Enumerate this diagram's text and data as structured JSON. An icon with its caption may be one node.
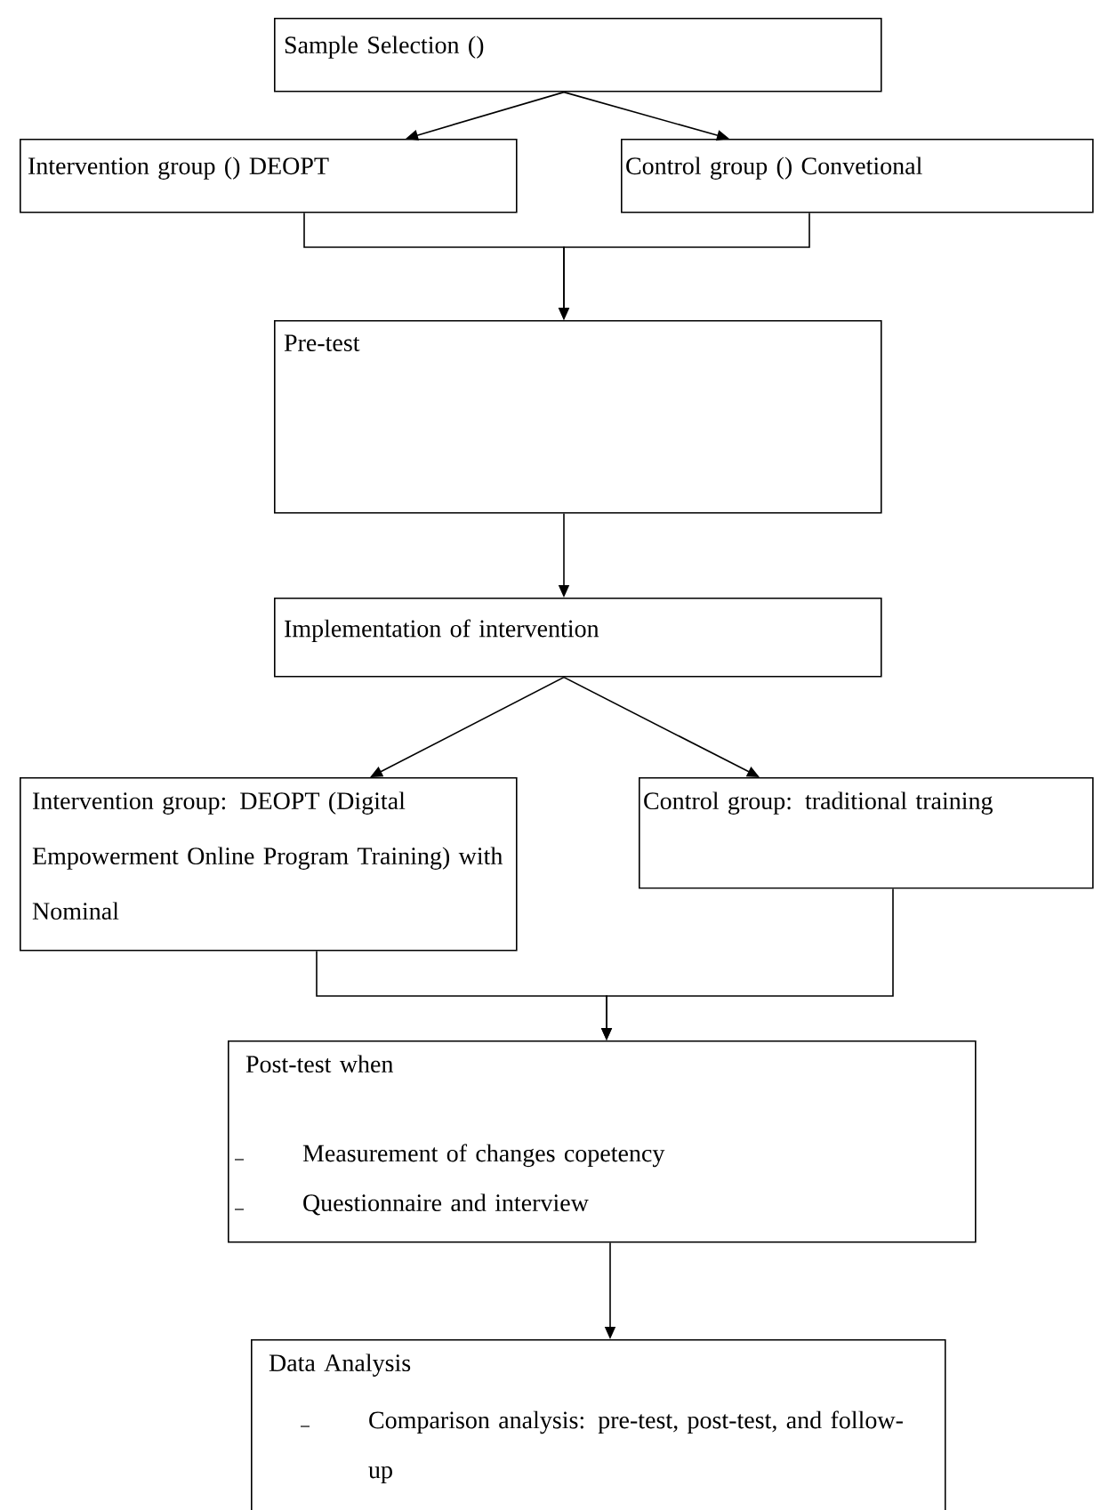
{
  "diagram": {
    "nodes": [
      {
        "text": [
          "Sample Selection ()"
        ]
      },
      {
        "text": [
          "Intervention group () DEOPT"
        ]
      },
      {
        "text": [
          "Control group () Convetional"
        ]
      },
      {
        "text": [
          "Pre-test"
        ]
      },
      {
        "text": [
          "Implementation of intervention"
        ]
      },
      {
        "text": [
          "Intervention group: DEOPT (Digital Empowerment Online Program Training) with Nominal"
        ]
      },
      {
        "text": [
          "Control group: traditional training"
        ]
      },
      {
        "text": [
          "Post-test when",
          "Measurement of changes copetency",
          "Questionnaire and interview"
        ]
      },
      {
        "text": [
          "Data Analysis",
          "Comparison analysis: pre-test, post-test, and follow-up"
        ]
      }
    ],
    "edges": [
      {
        "from": 0,
        "to": 1,
        "arrow": "to"
      },
      {
        "from": 0,
        "to": 2,
        "arrow": "to"
      },
      {
        "from": 1,
        "to": 3,
        "arrow": "to"
      },
      {
        "from": 2,
        "to": 3,
        "arrow": "to"
      },
      {
        "from": 3,
        "to": 4,
        "arrow": "to"
      },
      {
        "from": 4,
        "to": 5,
        "arrow": "to"
      },
      {
        "from": 4,
        "to": 6,
        "arrow": "to"
      },
      {
        "from": 5,
        "to": 7,
        "arrow": "to"
      },
      {
        "from": 6,
        "to": 7,
        "arrow": "to"
      },
      {
        "from": 7,
        "to": 8,
        "arrow": "to"
      }
    ]
  }
}
